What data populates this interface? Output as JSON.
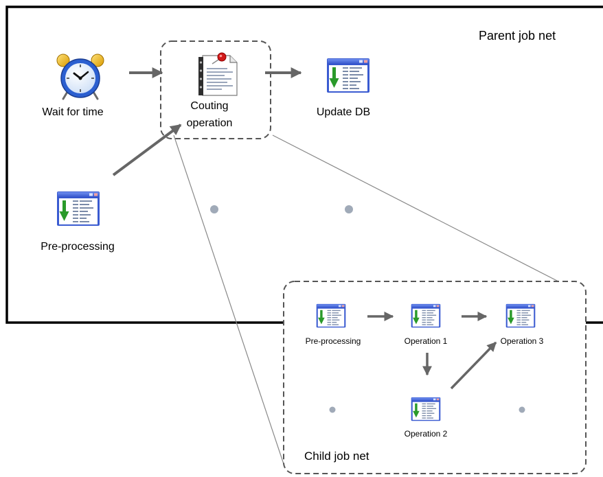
{
  "parent": {
    "title": "Parent job net",
    "nodes": {
      "wait": {
        "label": "Wait for time",
        "icon": "alarm-clock-icon"
      },
      "counting_line1": "Couting",
      "counting_line2": "operation",
      "counting_icon": "document-pin-icon",
      "update": {
        "label": "Update DB",
        "icon": "job-window-icon"
      },
      "preprocessing": {
        "label": "Pre-processing",
        "icon": "job-window-icon"
      }
    }
  },
  "child": {
    "title": "Child job net",
    "nodes": {
      "preprocessing": {
        "label": "Pre-processing",
        "icon": "job-window-icon"
      },
      "op1": {
        "label": "Operation 1",
        "icon": "job-window-icon"
      },
      "op2": {
        "label": "Operation 2",
        "icon": "job-window-icon"
      },
      "op3": {
        "label": "Operation 3",
        "icon": "job-window-icon"
      }
    }
  },
  "colors": {
    "frame": "#000000",
    "arrow": "#666666",
    "dashed": "#555555",
    "dot": "#a0aab8",
    "icon_frame": "#3a5bd1",
    "icon_arrow": "#2a9a2a"
  }
}
